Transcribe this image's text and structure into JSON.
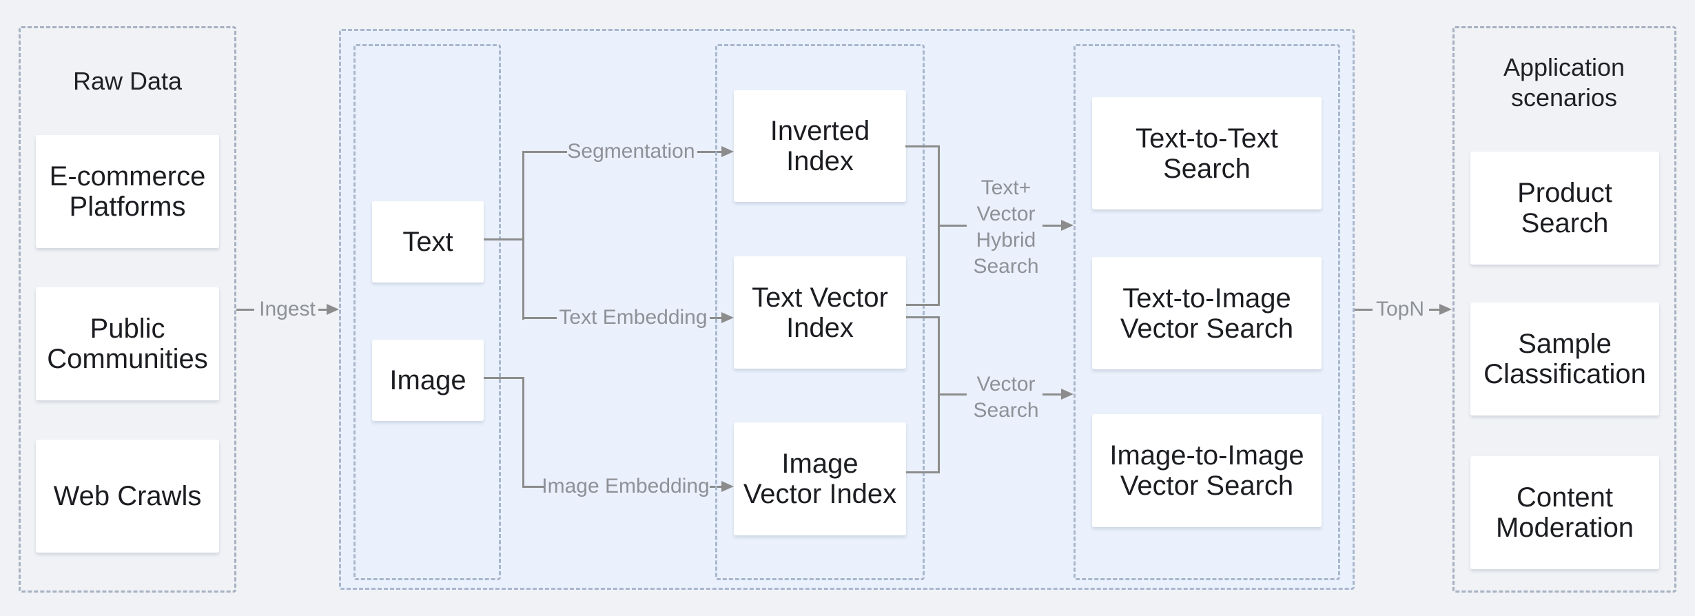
{
  "colors": {
    "page_bg": "#f0f2f5",
    "pipeline_bg": "#eaf1fc",
    "box_bg": "#ffffff",
    "dark_text": "#1b1d21",
    "gray_label_text": "#8e9197",
    "connector_line": "#8c8c8c",
    "dashed_border": "#a6b1c2"
  },
  "raw_data": {
    "title": "Raw Data",
    "items": [
      "E-commerce Platforms",
      "Public Communities",
      "Web Crawls"
    ]
  },
  "sources": {
    "items": [
      "Text",
      "Image"
    ]
  },
  "indexes": {
    "items": [
      "Inverted Index",
      "Text Vector Index",
      "Image Vector Index"
    ]
  },
  "searches": {
    "items": [
      "Text-to-Text Search",
      "Text-to-Image Vector Search",
      "Image-to-Image Vector Search"
    ]
  },
  "applications": {
    "title": "Application scenarios",
    "items": [
      "Product Search",
      "Sample Classification",
      "Content Moderation"
    ]
  },
  "flow": {
    "ingest": "Ingest",
    "segmentation": "Segmentation",
    "text_embedding": "Text Embedding",
    "image_embedding": "Image Embedding",
    "hybrid_search": "Text+ Vector Hybrid Search",
    "vector_search": "Vector Search",
    "topn": "TopN"
  }
}
